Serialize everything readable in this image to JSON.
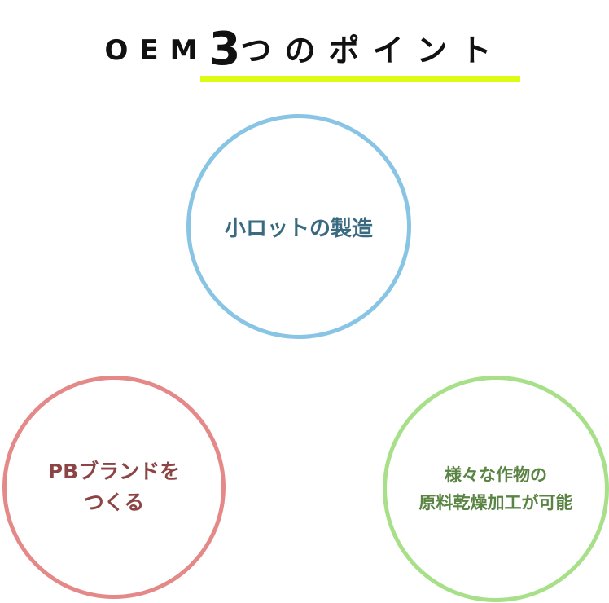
{
  "title": {
    "prefix": "OEM",
    "number": "3",
    "suffix": "つのポイント"
  },
  "points": [
    {
      "lines": [
        "小ロットの製造"
      ],
      "color": "#3a6a80",
      "border": "#88c4e4"
    },
    {
      "lines": [
        "PBブランドを",
        "つくる"
      ],
      "color": "#8c4444",
      "border": "#e48888"
    },
    {
      "lines": [
        "様々な作物の",
        "原料乾燥加工が可能"
      ],
      "color": "#5a8444",
      "border": "#a8e08a"
    }
  ]
}
